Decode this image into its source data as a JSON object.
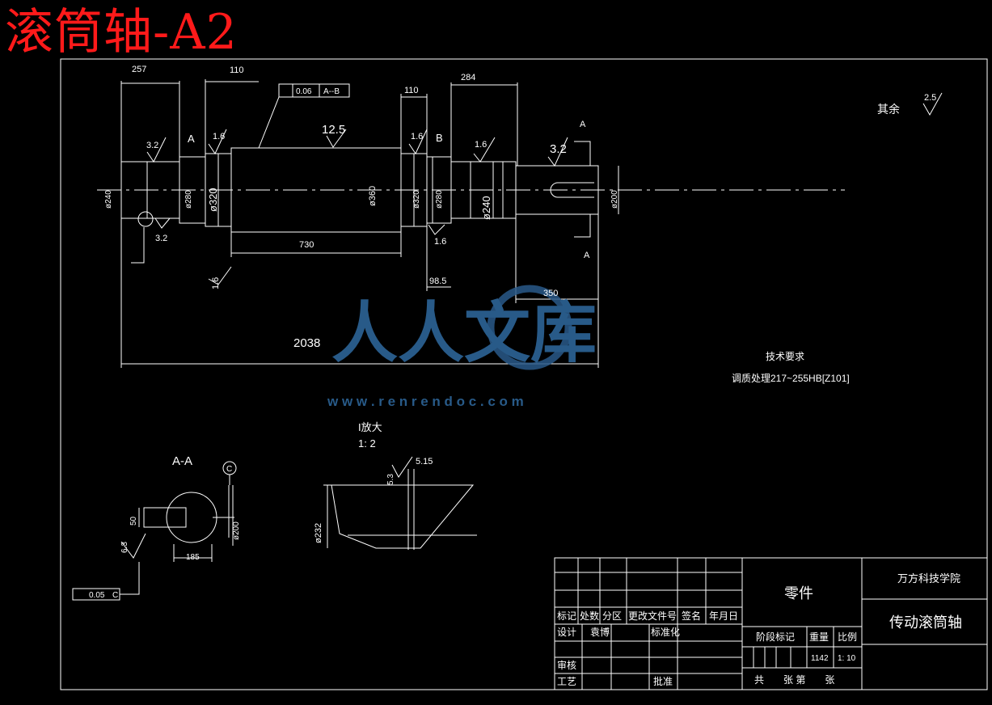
{
  "title": "滚筒轴-A2",
  "colors": {
    "background": "#000000",
    "lines": "#ffffff",
    "title": "#ff1a1a",
    "watermark": "#2a5a8a"
  },
  "dimensions": {
    "d257": "257",
    "d110a": "110",
    "d110b": "110",
    "d284": "284",
    "d730": "730",
    "d98_5": "98.5",
    "d350": "350",
    "d2038": "2038"
  },
  "diameters": {
    "left_end": "ø240",
    "seat_a": "ø280",
    "shoulder_a": "ø320",
    "drum": "ø360",
    "shoulder_b": "ø320",
    "seat_b": "ø280",
    "step": "ø240",
    "shaft_end": "ø200"
  },
  "tolerance_frame": {
    "value": "0.06",
    "datum": "A--B"
  },
  "datums": {
    "a": "A",
    "b": "B",
    "c": "C"
  },
  "section_labels": {
    "top": "A",
    "bottom": "A"
  },
  "roughness": {
    "left_end": "3.2",
    "seat_a": "1.6",
    "drum": "12.5",
    "seat_b": "1.6",
    "step": "1.6",
    "shaft_end": "3.2",
    "left_bottom": "3.2",
    "center_bottom": "1.6",
    "left_vert": "1.6",
    "others_label": "其余",
    "others_value": "2.5"
  },
  "tech_req": {
    "title": "技术要求",
    "line": "调质处理217~255HB[Z101]"
  },
  "section_view": {
    "title": "A-A",
    "key_width": "50",
    "diameter": "ø200",
    "depth": "185",
    "roughness": "6.3",
    "tolerance_value": "0.05",
    "tolerance_datum": "C"
  },
  "detail_view": {
    "title": "I放大",
    "scale": "1: 2",
    "dim_top": "5.15",
    "dim_small": "5.3",
    "diameter": "ø232"
  },
  "title_block": {
    "school": "万方科技学院",
    "part_label": "零件",
    "drawing_name": "传动滚筒轴",
    "headers": [
      "标记",
      "处数",
      "分区",
      "更改文件号",
      "签名",
      "年月日"
    ],
    "design": "设计",
    "designer": "袁博",
    "standardize": "标准化",
    "review": "审核",
    "process": "工艺",
    "approve": "批准",
    "stage_mark": "阶段标记",
    "weight_label": "重量",
    "scale_label": "比例",
    "weight": "1142",
    "scale": "1: 10",
    "sheets": "共　　张 第　　张"
  },
  "watermark": {
    "text": "人人文库",
    "url": "w w w . r e n r e n d o c . c o m"
  }
}
